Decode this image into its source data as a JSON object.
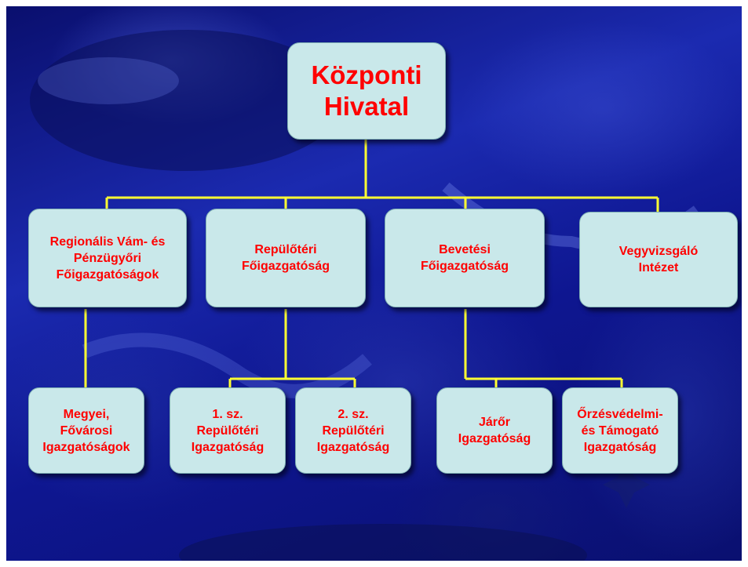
{
  "colors": {
    "box_fill": "#c9e8ea",
    "text": "#ff0000",
    "connector": "#ffff33",
    "background": "#1b2ab0"
  },
  "root": {
    "label": "Központi\nHivatal"
  },
  "level1": [
    {
      "label": "Regionális Vám- és\nPénzügyőri\nFőigazgatóságok"
    },
    {
      "label": "Repülőtéri\nFőigazgatóság"
    },
    {
      "label": "Bevetési\nFőigazgatóság"
    },
    {
      "label": "Vegyvizsgáló\nIntézet"
    }
  ],
  "level2": [
    {
      "label": "Megyei,\nFővárosi\nIgazgatóságok"
    },
    {
      "label": "1. sz.\nRepülőtéri\nIgazgatóság"
    },
    {
      "label": "2. sz.\nRepülőtéri\nIgazgatóság"
    },
    {
      "label": "Járőr\nIgazgatóság"
    },
    {
      "label": "Őrzésvédelmi-\nés Támogató\nIgazgatóság"
    }
  ]
}
